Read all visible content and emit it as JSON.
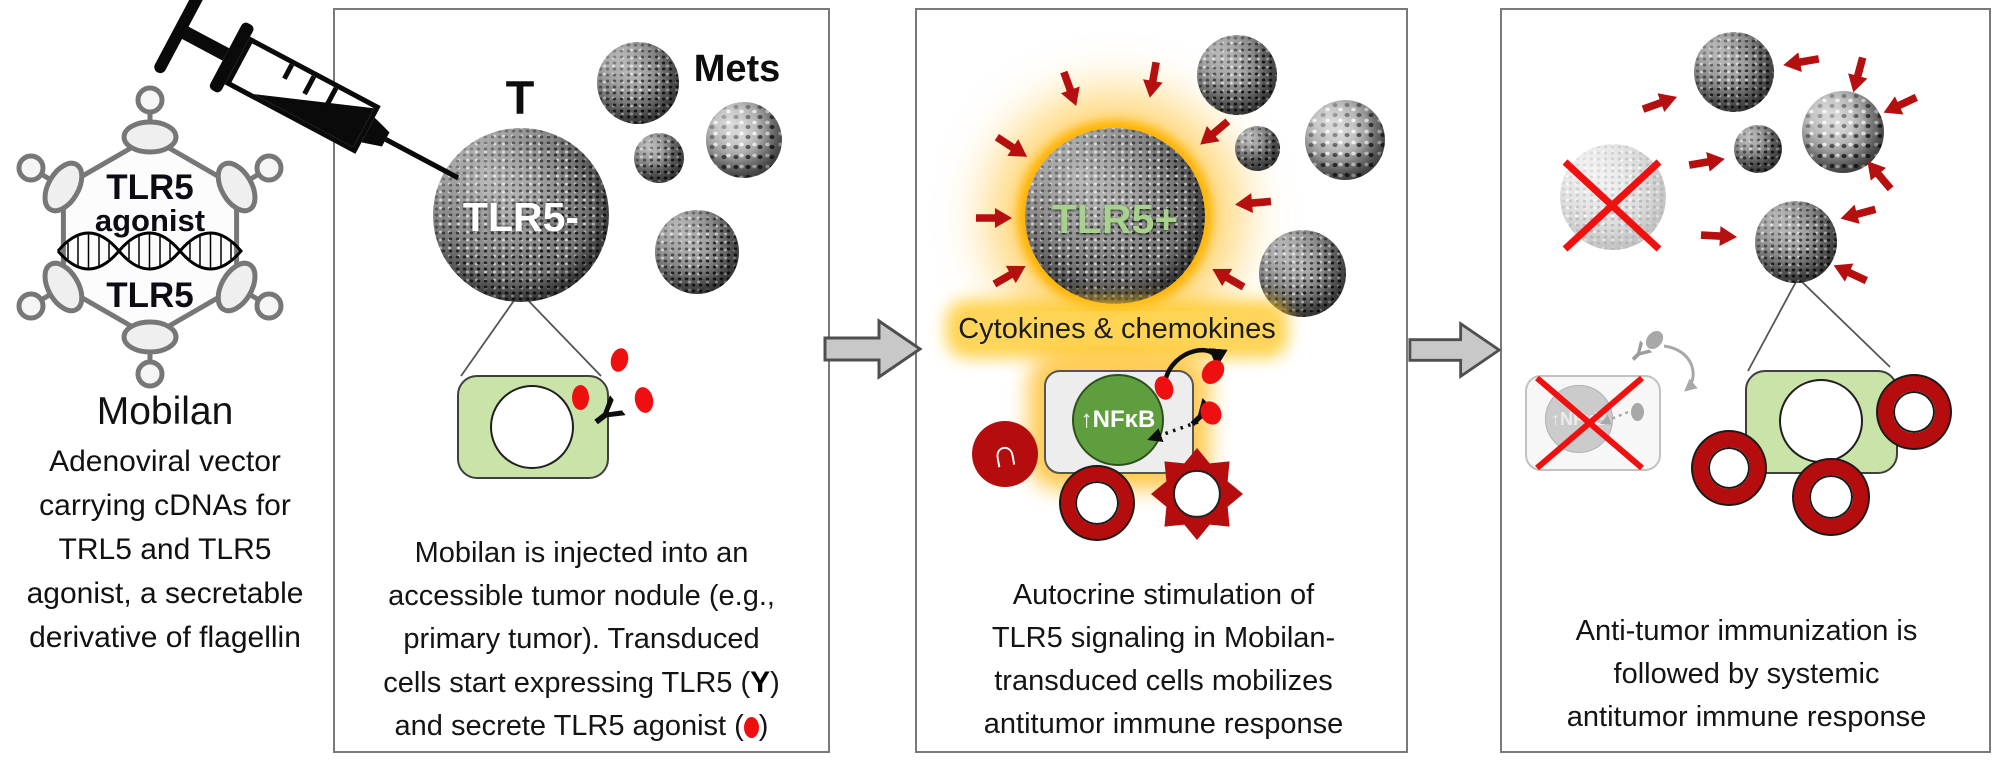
{
  "left": {
    "virus_capsid_label_top": "TLR5",
    "virus_capsid_label_mid": "agonist",
    "virus_capsid_label_bottom": "TLR5",
    "title": "Mobilan",
    "description": "Adenoviral vector\ncarrying cDNAs for\nTRL5 and TLR5\nagonist, a secretable\nderivative of flagellin"
  },
  "panel1": {
    "tumor_label": "T",
    "tumor_marker": "TLR5-",
    "mets_label": "Mets",
    "caption_part1": "Mobilan is injected into an\naccessible tumor nodule (e.g.,\nprimary tumor). Transduced\ncells start expressing TLR5 (",
    "caption_part2": ")\nand secrete TLR5 agonist (",
    "caption_part3": ")"
  },
  "panel2": {
    "tumor_marker": "TLR5+",
    "cytokines_label": "Cytokines & chemokines",
    "nfkb_label": "↑NFκB",
    "caption": "Autocrine stimulation of\nTLR5 signaling in Mobilan-\ntransduced cells mobilizes\nantitumor immune response"
  },
  "panel3": {
    "nfkb_label": "↑NFκB",
    "caption": "Anti-tumor immunization is\nfollowed by systemic\nantitumor immune response"
  },
  "icons": {
    "receptor_glyph": "Y",
    "macrophage_glyph": "∩"
  },
  "colors": {
    "arrow_red": "#b50f0f",
    "agonist_red": "#ee1010",
    "glow_orange": "#ffb300",
    "highlight_yellow": "#ffd34d",
    "cell_green": "#c9e3a8",
    "nfkb_green": "#5f9e3e",
    "panel_border": "#7a7a7a"
  }
}
